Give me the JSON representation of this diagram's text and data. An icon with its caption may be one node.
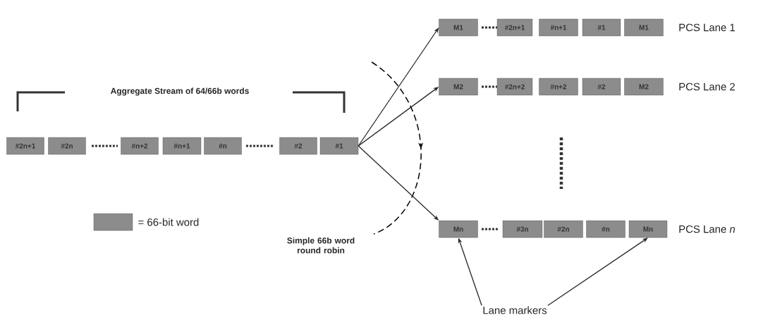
{
  "diagram": {
    "nodes": [
      {
        "text": [
          "#2n+1"
        ]
      },
      {
        "text": [
          "#2n"
        ]
      },
      {
        "text": [
          "#n+2"
        ]
      },
      {
        "text": [
          "#n+1"
        ]
      },
      {
        "text": [
          "#n"
        ]
      },
      {
        "text": [
          "#2"
        ]
      },
      {
        "text": [
          "#1"
        ]
      },
      {
        "text": [
          "M1"
        ]
      },
      {
        "text": [
          "#2n+1"
        ]
      },
      {
        "text": [
          "#n+1"
        ]
      },
      {
        "text": [
          "#1"
        ]
      },
      {
        "text": [
          "M1"
        ]
      },
      {
        "text": [
          "M2"
        ]
      },
      {
        "text": [
          "#2n+2"
        ]
      },
      {
        "text": [
          "#n+2"
        ]
      },
      {
        "text": [
          "#2"
        ]
      },
      {
        "text": [
          "M2"
        ]
      },
      {
        "text": [
          "Mn"
        ]
      },
      {
        "text": [
          "#3n"
        ]
      },
      {
        "text": [
          "#2n"
        ]
      },
      {
        "text": [
          "#n"
        ]
      },
      {
        "text": [
          "Mn"
        ]
      },
      {
        "text": [
          "Lane markers"
        ]
      }
    ],
    "edges": [
      {
        "from": 6,
        "to": 7,
        "arrow": "to"
      },
      {
        "from": 6,
        "to": 12,
        "arrow": "to"
      },
      {
        "from": 6,
        "to": 17,
        "arrow": "to"
      },
      {
        "from": 22,
        "to": 17,
        "arrow": "to"
      },
      {
        "from": 22,
        "to": 21,
        "arrow": "to"
      }
    ],
    "labels": [
      "Aggregate Stream of 64/66b words",
      "PCS Lane 1",
      "PCS Lane 2",
      "PCS Lane *n*",
      "Simple 66b word round robin"
    ],
    "legend": [
      {
        "text": "= 66-bit word",
        "color": "#8c8c8c"
      }
    ]
  }
}
